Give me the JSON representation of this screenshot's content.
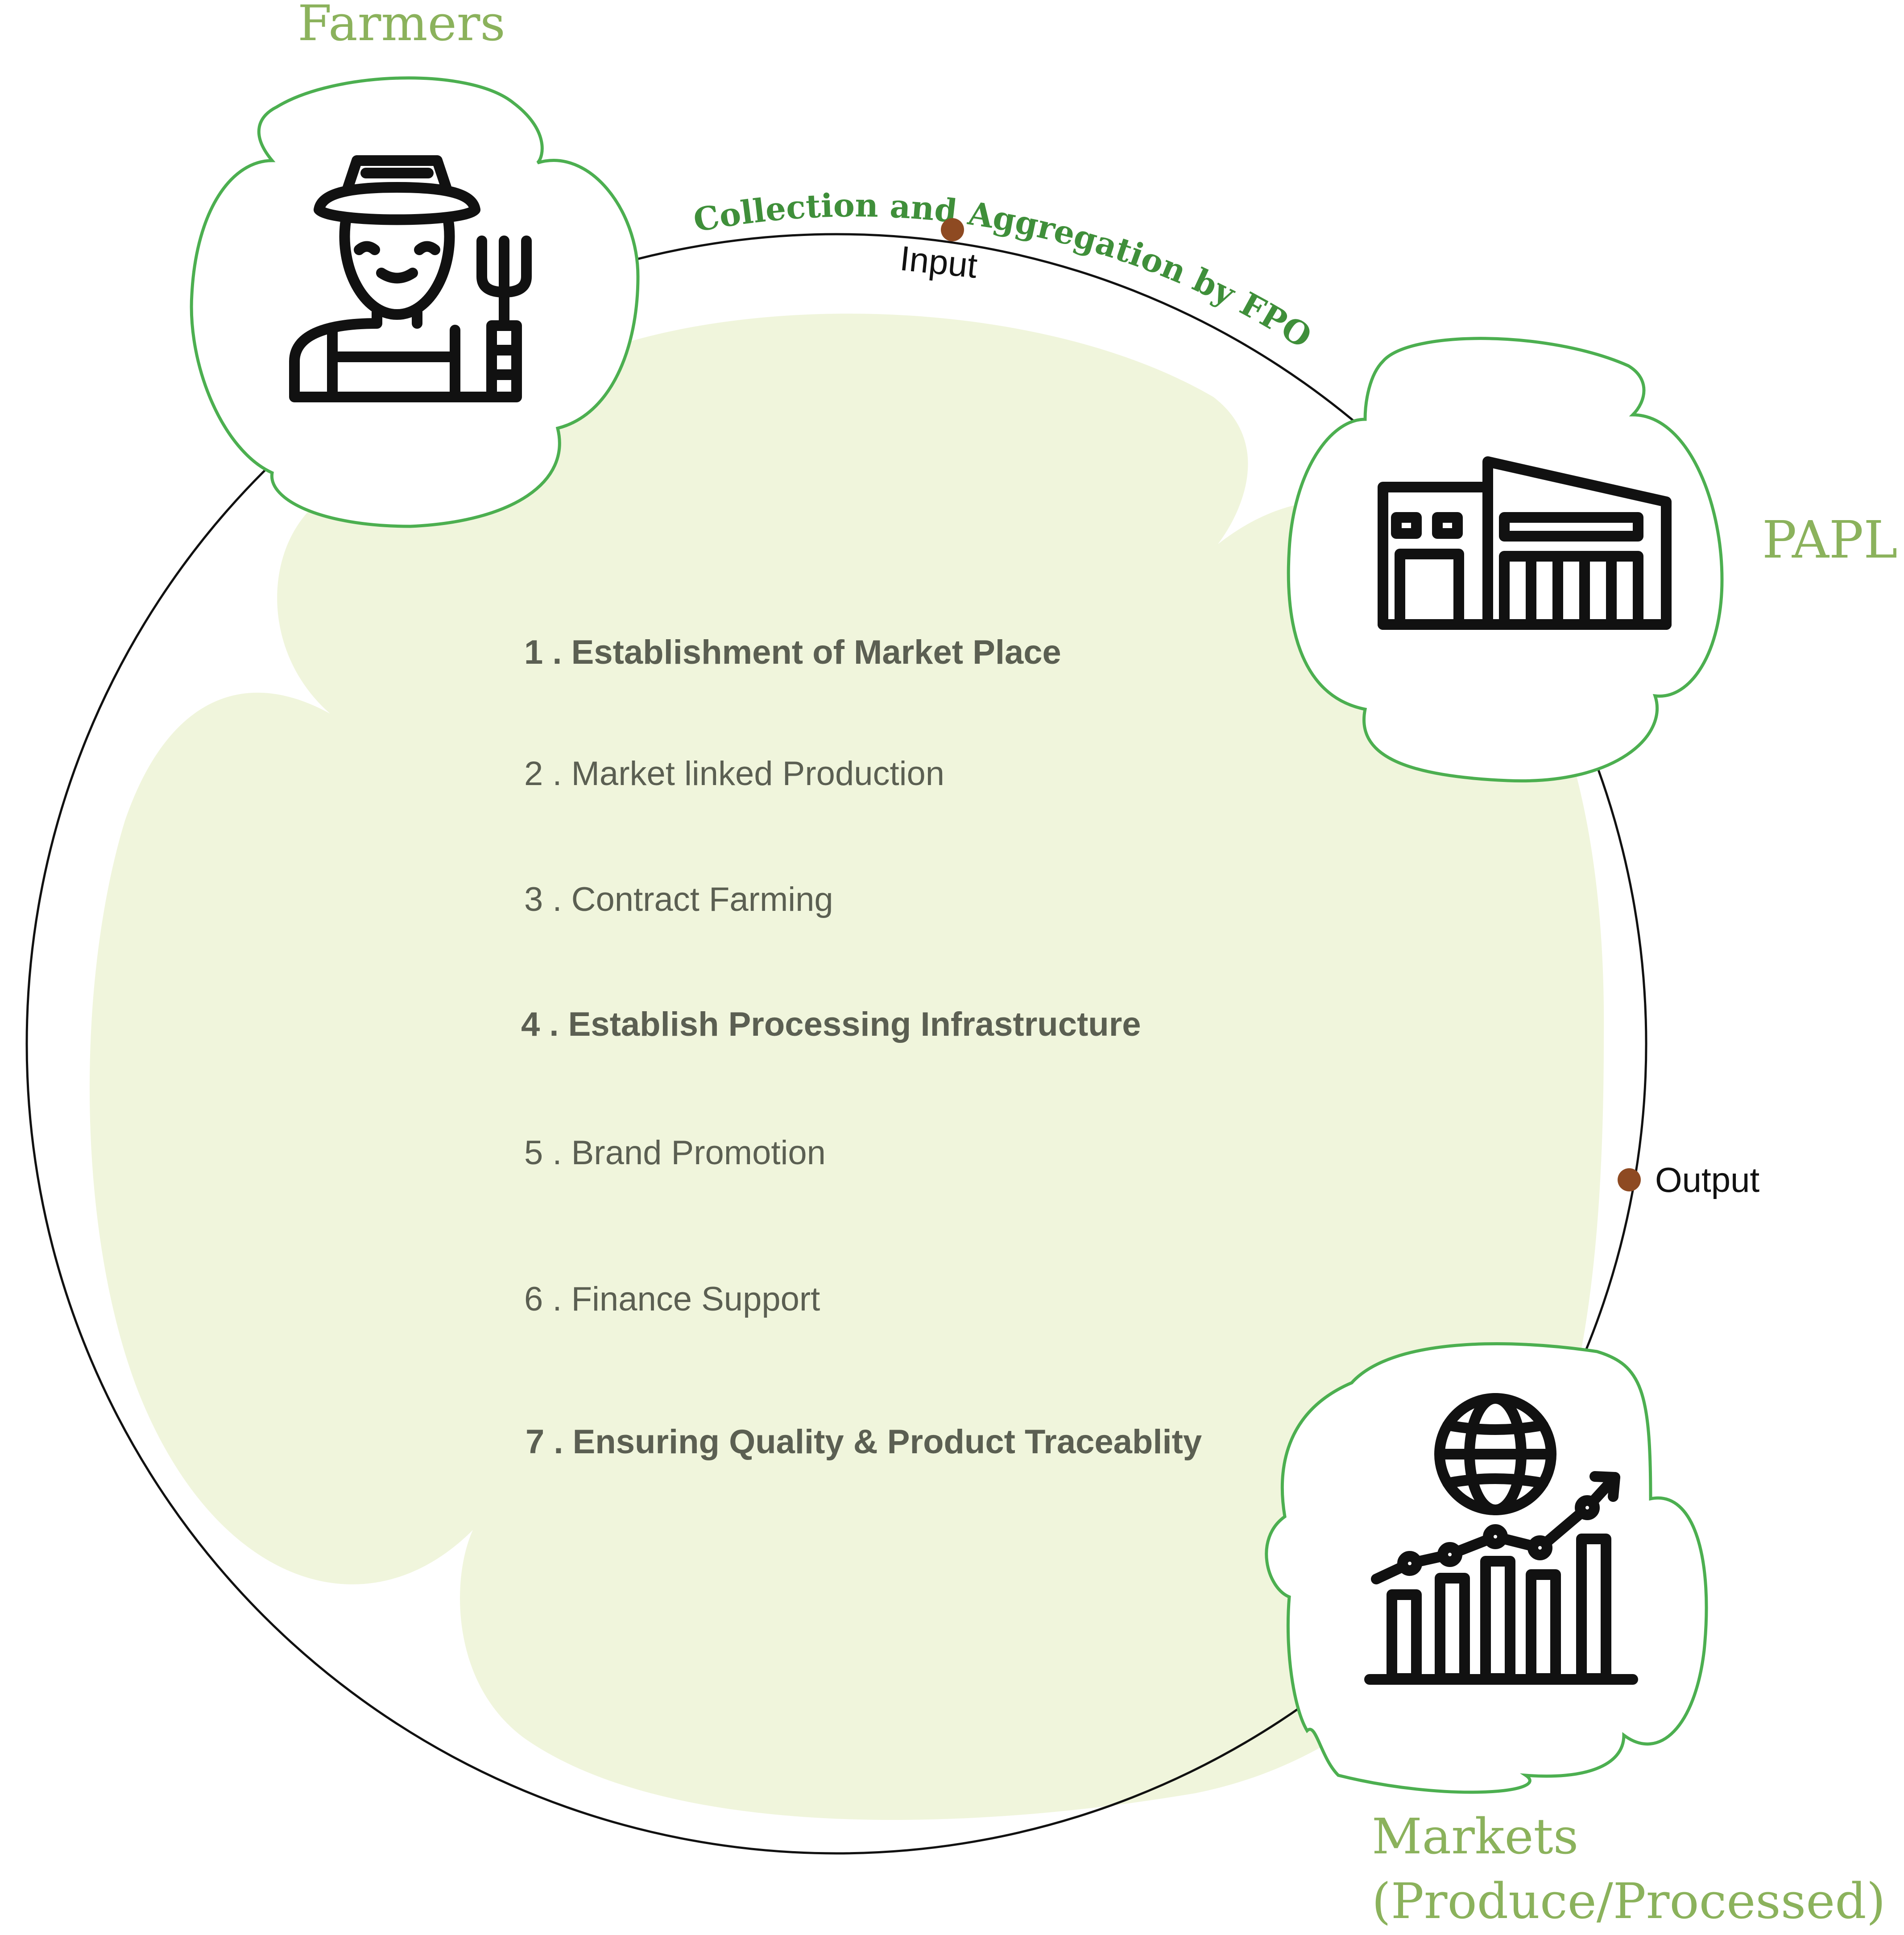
{
  "nodes": {
    "farmers": {
      "label": "Farmers",
      "icon": "farmer-icon"
    },
    "papl": {
      "label": "PAPL",
      "icon": "factory-icon"
    },
    "markets": {
      "line1": "Markets",
      "line2": "(Produce/Processed)",
      "icon": "globe-growth-chart-icon"
    }
  },
  "flow": {
    "collection_label": "Collection and Aggregation by FPOs",
    "input_label": "Input",
    "output_label": "Output"
  },
  "steps": [
    {
      "text": "1 . Establishment of Market Place",
      "bold": true
    },
    {
      "text": "2 . Market linked Production",
      "bold": false
    },
    {
      "text": "3 . Contract Farming",
      "bold": false
    },
    {
      "text": "4 . Establish Processing Infrastructure",
      "bold": true
    },
    {
      "text": "5 . Brand Promotion",
      "bold": false
    },
    {
      "text": "6 . Finance Support",
      "bold": false
    },
    {
      "text": "7 . Ensuring Quality & Product Traceablity",
      "bold": true
    }
  ],
  "colors": {
    "title_green": "#8bb25c",
    "outline_green": "#4caf50",
    "arc_label_green": "#3f8f3a",
    "blob_fill": "#f0f5dc",
    "step_text": "#5b5f52",
    "dot": "#8e4a22",
    "line": "#111111"
  }
}
